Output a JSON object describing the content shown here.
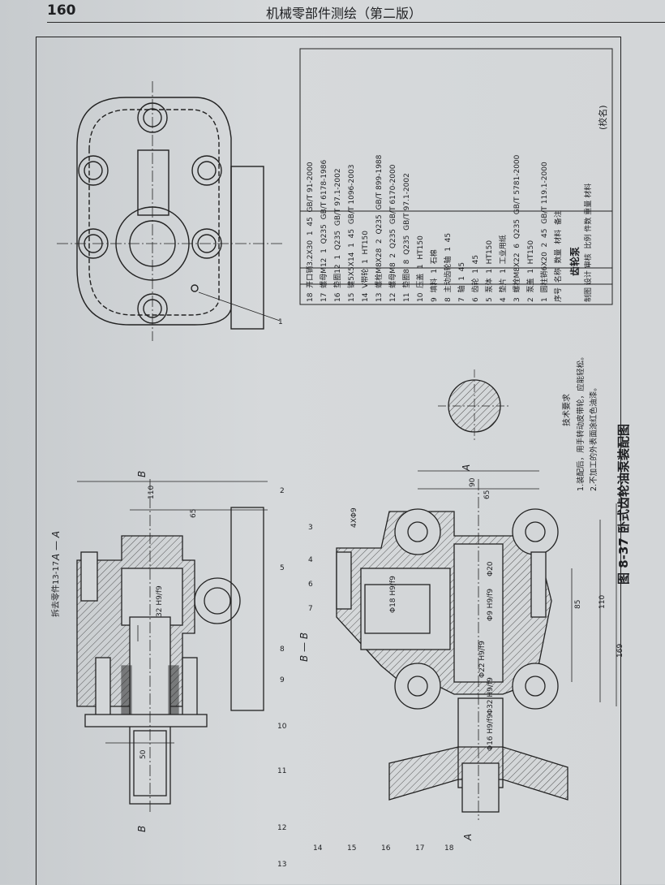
{
  "header": {
    "page_number": "160",
    "book_title": "机械零部件测绘（第二版）"
  },
  "figure": {
    "caption": "图 8-37   卧式齿轮油泵装配图",
    "view_label_aa": "A — A",
    "view_label_bb": "B — B",
    "remove_note": "拆去零件13-17",
    "section_mark_a": "A",
    "section_mark_b": "B",
    "keyhole_label": "4XΦ9"
  },
  "tech_requirements": {
    "title": "技术要求",
    "lines": [
      "1.装配后，用手转动皮带轮，应能轻松。",
      "2.不加工的外表面涂红色油漆。"
    ]
  },
  "dimensions": [
    "110",
    "65",
    "50",
    "32 H9/f9",
    "90",
    "65",
    "85",
    "110",
    "169",
    "Φ20",
    "Φ9 H9/f9",
    "Φ18 H9/f9",
    "Φ22 H9/f9",
    "Φ32 H9/f9",
    "Φ16 H9/f9"
  ],
  "balloons": [
    "1",
    "2",
    "3",
    "4",
    "5",
    "6",
    "7",
    "8",
    "9",
    "10",
    "11",
    "12",
    "13",
    "14",
    "15",
    "16",
    "17",
    "18"
  ],
  "bom": {
    "headers": [
      "序号",
      "名称",
      "数量",
      "材料",
      "备注"
    ],
    "rows": [
      [
        "18",
        "开口销3.2X30",
        "1",
        "45",
        "GB/T 91-2000"
      ],
      [
        "17",
        "螺母M12",
        "1",
        "Q235",
        "GB/T 6178-1986"
      ],
      [
        "16",
        "垫圈12",
        "1",
        "Q235",
        "GB/T 97.1-2002"
      ],
      [
        "15",
        "键5X5X14",
        "1",
        "45",
        "GB/T 1096-2003"
      ],
      [
        "14",
        "V带轮",
        "1",
        "HT150",
        ""
      ],
      [
        "13",
        "螺栓M8X28",
        "2",
        "Q235",
        "GB/T 899-1988"
      ],
      [
        "12",
        "螺母M8",
        "2",
        "Q235",
        "GB/T 6170-2000"
      ],
      [
        "11",
        "垫圈8",
        "8",
        "Q235",
        "GB/T 97.1-2002"
      ],
      [
        "10",
        "压盖",
        "1",
        "HT150",
        ""
      ],
      [
        "9",
        "填料",
        "1",
        "石棉",
        ""
      ],
      [
        "8",
        "主动齿轮轴",
        "1",
        "45",
        ""
      ],
      [
        "7",
        "轴",
        "1",
        "45",
        ""
      ],
      [
        "6",
        "齿轮",
        "1",
        "45",
        ""
      ],
      [
        "5",
        "泵体",
        "1",
        "HT150",
        ""
      ],
      [
        "4",
        "垫片",
        "1",
        "工业用纸",
        ""
      ],
      [
        "3",
        "螺栓M8X22",
        "6",
        "Q235",
        "GB/T 5781-2000"
      ],
      [
        "2",
        "泵盖",
        "1",
        "HT150",
        ""
      ],
      [
        "1",
        "圆柱销6X20",
        "2",
        "45",
        "GB/T 119.1-2000"
      ]
    ],
    "title_block": {
      "name": "齿轮泵",
      "scale_label": "比例",
      "count_label": "件数",
      "weight_label": "重量",
      "material_label": "材料",
      "drawn_label": "制图",
      "design_label": "设计",
      "check_label": "审核",
      "school": "(校名)"
    }
  }
}
